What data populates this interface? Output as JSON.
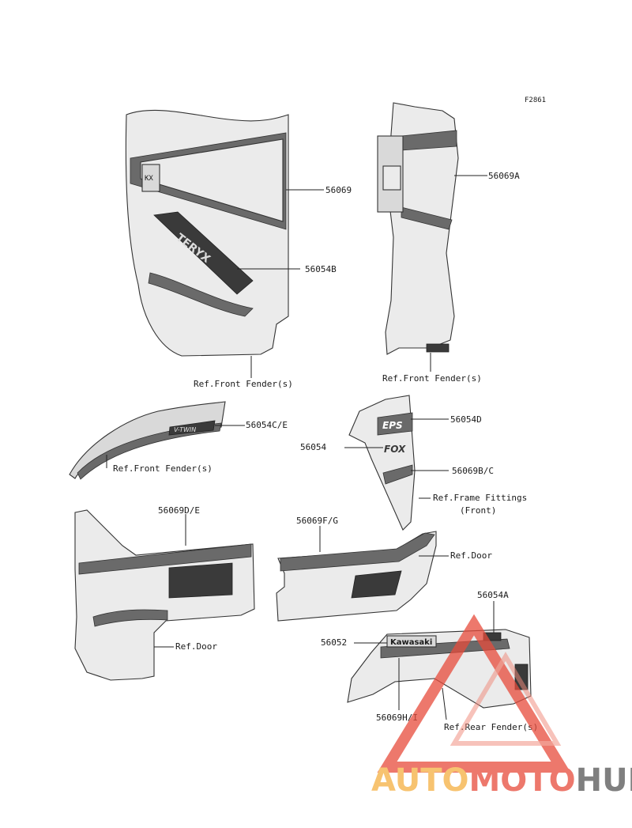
{
  "figure_code": "F2861",
  "labels": {
    "l56069": "56069",
    "l56069A": "56069A",
    "l56054B": "56054B",
    "refFrontFender1": "Ref.Front Fender(s)",
    "refFrontFender2": "Ref.Front Fender(s)",
    "l56054CE": "56054C/E",
    "refFrontFender3": "Ref.Front Fender(s)",
    "l56054D": "56054D",
    "l56054": "56054",
    "l56069BC": "56069B/C",
    "refFrameFittings": "Ref.Frame Fittings",
    "refFrameFittingsFront": "(Front)",
    "l56069DE": "56069D/E",
    "l56069FG": "56069F/G",
    "refDoor1": "Ref.Door",
    "refDoor2": "Ref.Door",
    "l56054A": "56054A",
    "l56052": "56052",
    "l56069HI": "56069H/I",
    "refRearFender": "Ref.Rear Fender(s)"
  },
  "decal_texts": {
    "kawasaki": "Kawasaki",
    "eps": "EPS",
    "fox": "FOX",
    "vtwin": "V-TWIN",
    "teryx": "TERYX"
  },
  "watermark": {
    "part1": "AUTO",
    "part2": "MOTO",
    "part3": "HUB",
    "color_auto": "#f5b041",
    "color_moto": "#e74c3c",
    "color_hub": "#555555"
  }
}
